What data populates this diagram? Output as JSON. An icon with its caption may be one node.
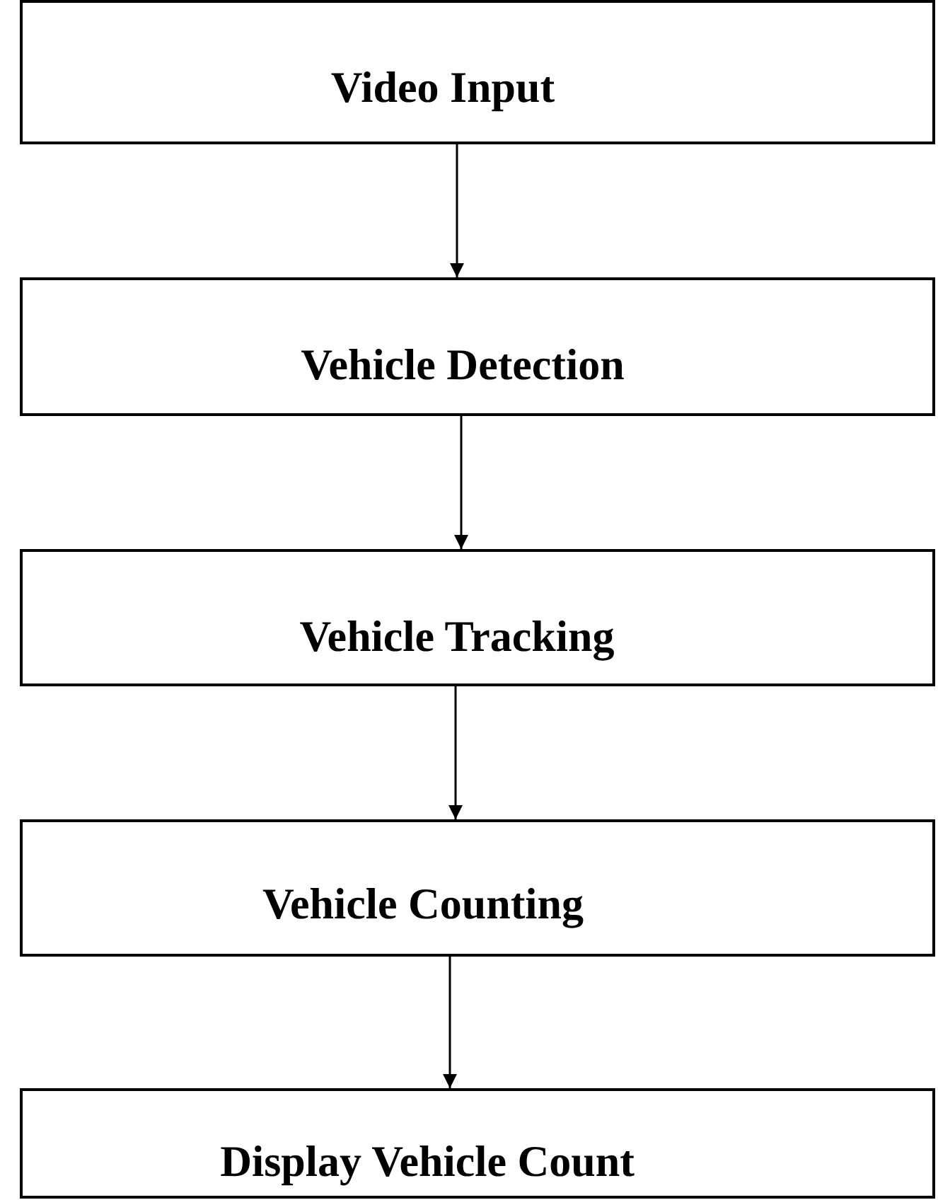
{
  "diagram": {
    "nodes": [
      {
        "text": [
          "Video Input"
        ]
      },
      {
        "text": [
          "Vehicle Detection"
        ]
      },
      {
        "text": [
          "Vehicle Tracking"
        ]
      },
      {
        "text": [
          "Vehicle Counting"
        ]
      },
      {
        "text": [
          "Display Vehicle Count"
        ]
      }
    ],
    "edges": [
      {
        "from": 0,
        "to": 1,
        "arrow": "to"
      },
      {
        "from": 1,
        "to": 2,
        "arrow": "to"
      },
      {
        "from": 2,
        "to": 3,
        "arrow": "to"
      },
      {
        "from": 3,
        "to": 4,
        "arrow": "to"
      }
    ]
  }
}
